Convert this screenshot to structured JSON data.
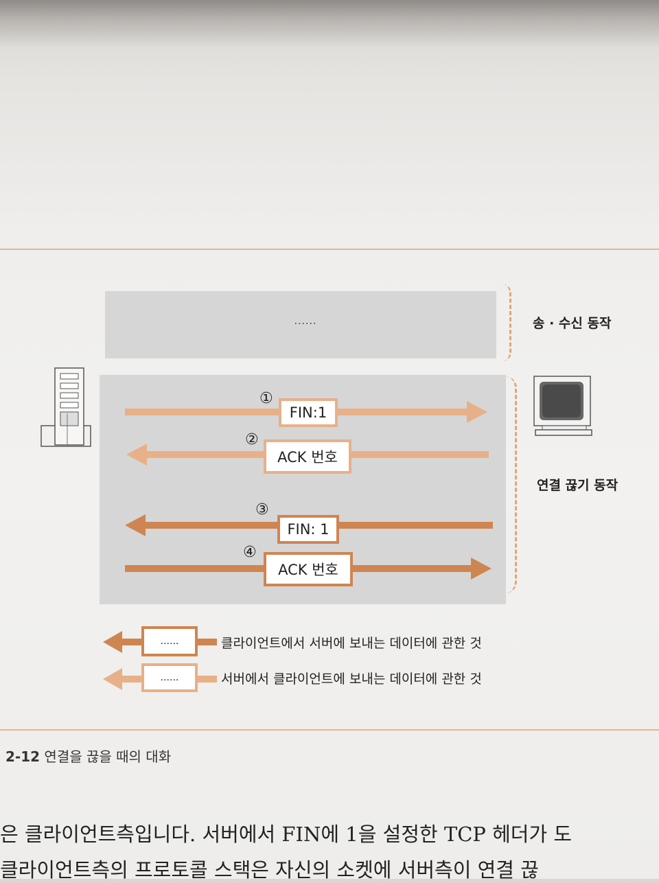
{
  "diagram": {
    "top_panel_dots": "......",
    "top_bracket_label": "송 · 수신 동작",
    "bottom_bracket_label": "연결 끊기 동작",
    "messages": [
      {
        "num": "①",
        "label": "FIN:1",
        "direction": "right",
        "color": "#e8b088"
      },
      {
        "num": "②",
        "label": "ACK 번호",
        "direction": "left",
        "color": "#e8b088"
      },
      {
        "num": "③",
        "label": "FIN: 1",
        "direction": "left",
        "color": "#cf8551"
      },
      {
        "num": "④",
        "label": "ACK 번호",
        "direction": "right",
        "color": "#cf8551"
      }
    ],
    "legend": [
      {
        "dots": "......",
        "text": "클라이언트에서 서버에 보내는 데이터에 관한 것",
        "color": "#cf8551"
      },
      {
        "dots": "......",
        "text": "서버에서 클라이언트에 보내는 데이터에 관한 것",
        "color": "#e8b088"
      }
    ],
    "icons": {
      "left": "server-tower-icon",
      "right": "monitor-icon"
    }
  },
  "caption": {
    "number": "2-12",
    "text": "연결을 끊을 때의 대화"
  },
  "body_text": [
    "은 클라이언트측입니다. 서버에서 FIN에 1을 설정한 TCP 헤더가 도",
    "클라이언트측의 프로토콜 스택은 자신의 소켓에 서버측이 연결 끊"
  ]
}
